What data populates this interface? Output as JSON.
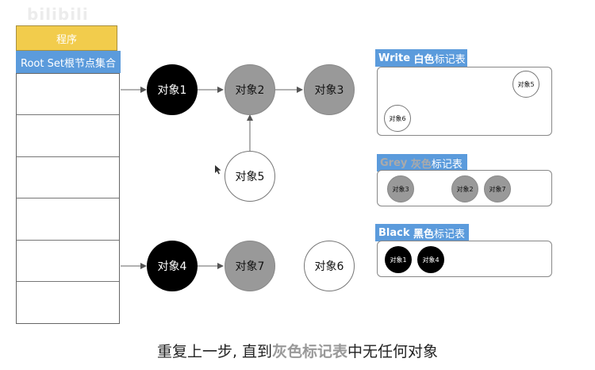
{
  "watermark": "bilibili",
  "program_label": "程序",
  "rootset_label": "Root Set根节点集合",
  "nodes": {
    "obj1": "对象1",
    "obj2": "对象2",
    "obj3": "对象3",
    "obj4": "对象4",
    "obj5": "对象5",
    "obj6": "对象6",
    "obj7": "对象7"
  },
  "panels": {
    "white": {
      "title_en": "Write",
      "title_cn": "白色",
      "title_suffix": "标记表",
      "items": [
        "对象5",
        "对象6"
      ]
    },
    "grey": {
      "title_en": "Grey",
      "title_cn": "灰色",
      "title_suffix": "标记表",
      "items": [
        "对象3",
        "对象2",
        "对象7"
      ]
    },
    "black": {
      "title_en": "Black",
      "title_cn": "黑色",
      "title_suffix": "标记表",
      "items": [
        "对象1",
        "对象4"
      ]
    }
  },
  "caption": {
    "part1": "重复上一步, 直到",
    "highlight": "灰色标记表",
    "part2": "中无任何对象"
  },
  "colors": {
    "program_fill": "#f2cc4c",
    "rootset_fill": "#5b9bdc",
    "black_node": "#000000",
    "grey_node": "#999999",
    "white_node": "#ffffff"
  }
}
